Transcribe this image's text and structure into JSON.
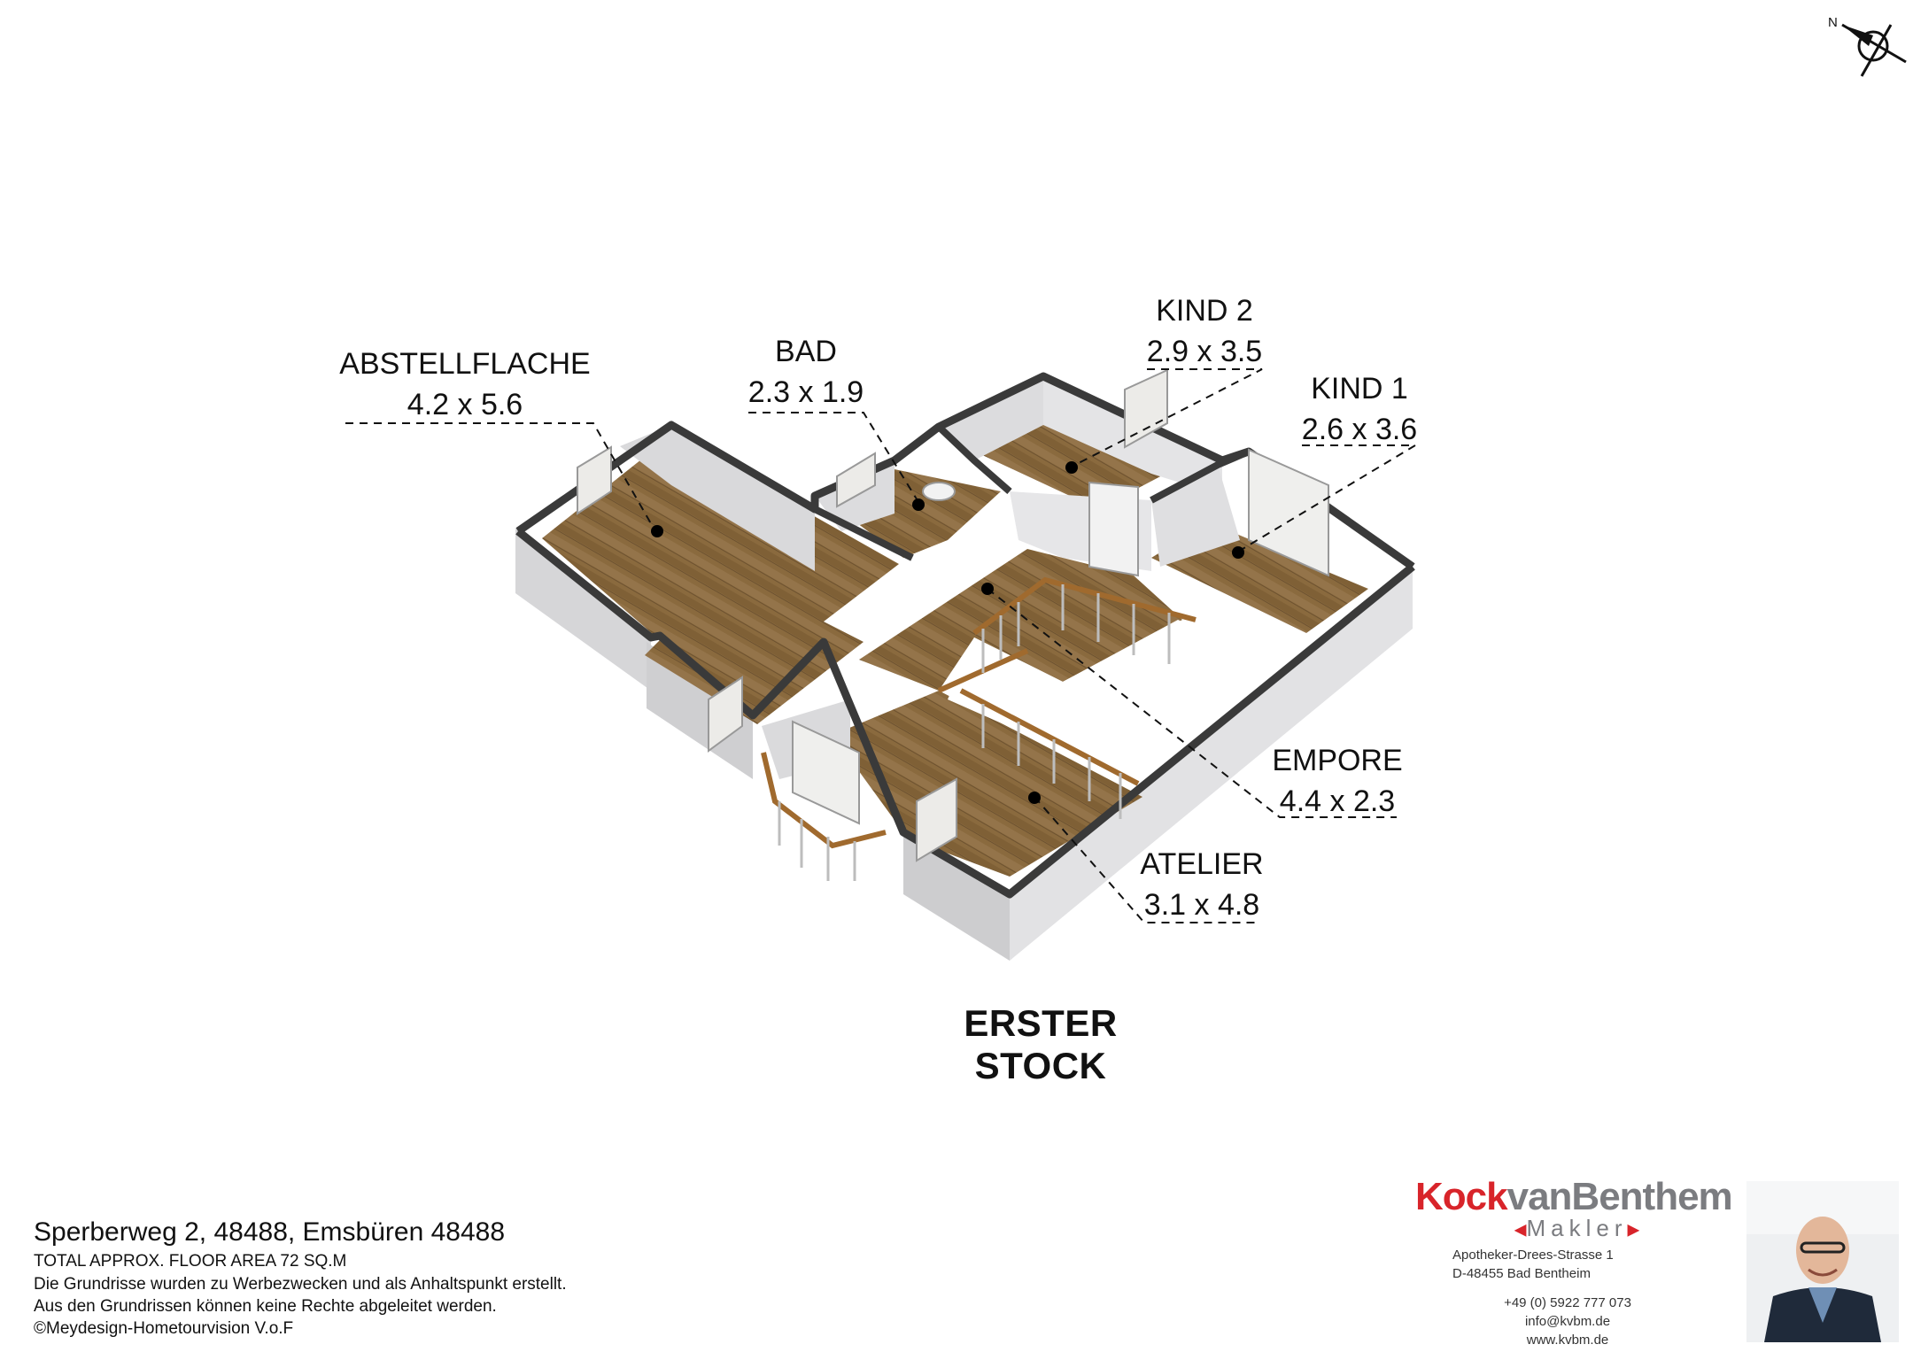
{
  "compass": {
    "north_label": "N"
  },
  "rooms": [
    {
      "key": "abstellflache",
      "name": "ABSTELLFLACHE",
      "dims": "4.2 x 5.6"
    },
    {
      "key": "bad",
      "name": "BAD",
      "dims": "2.3 x 1.9"
    },
    {
      "key": "kind2",
      "name": "KIND 2",
      "dims": "2.9 x 3.5"
    },
    {
      "key": "kind1",
      "name": "KIND 1",
      "dims": "2.6 x 3.6"
    },
    {
      "key": "empore",
      "name": "EMPORE",
      "dims": "4.4 x 2.3"
    },
    {
      "key": "atelier",
      "name": "ATELIER",
      "dims": "3.1 x 4.8"
    }
  ],
  "floor_title": "ERSTER STOCK",
  "footer": {
    "address": "Sperberweg 2, 48488, Emsbüren 48488",
    "total_area": "TOTAL APPROX. FLOOR AREA 72 SQ.M",
    "disclaimer_1": "Die Grundrisse wurden zu Werbezwecken und als Anhaltspunkt erstellt.",
    "disclaimer_2": "Aus den Grundrissen können keine Rechte abgeleitet werden.",
    "copyright": "©Meydesign-Hometourvision V.o.F"
  },
  "agency": {
    "logo_part1": "Kock",
    "logo_part2": "van",
    "logo_part3": "Benthem",
    "logo_sub": "Makler",
    "street": "Apotheker-Drees-Strasse 1",
    "city": "D-48455 Bad Bentheim",
    "phone": "+49 (0) 5922 777 073",
    "email": "info@kvbm.de",
    "web": "www.kvbm.de"
  },
  "colors": {
    "floor_wood": "#8a6a3e",
    "wall_top": "#3a3a3a",
    "wall_side": "#cfcfd1",
    "brand_red": "#d8242a",
    "brand_grey": "#7b7c80"
  }
}
